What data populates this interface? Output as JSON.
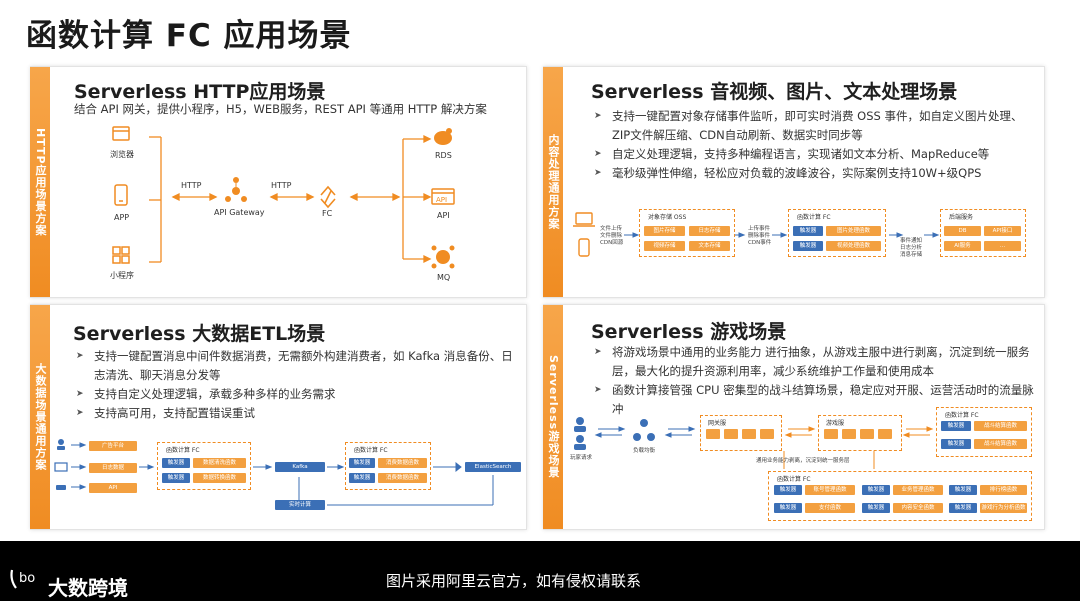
{
  "page": {
    "title": "函数计算 FC 应用场景"
  },
  "panel_http": {
    "tab": "HTTP应用场景方案",
    "title": "Serverless HTTP应用场景",
    "subtitle": "结合 API 网关，提供小程序，H5，WEB服务，REST API 等通用 HTTP 解决方案",
    "clients": [
      "浏览器",
      "APP",
      "小程序"
    ],
    "gateway": "API Gateway",
    "fc": "FC",
    "http1": "HTTP",
    "http2": "HTTP",
    "backends": [
      "RDS",
      "API",
      "MQ"
    ]
  },
  "panel_media": {
    "tab": "内容处理通用方案",
    "title": "Serverless 音视频、图片、文本处理场景",
    "bullets": [
      "支持一键配置对象存储事件监听，即可实时消费 OSS 事件，如自定义图片处理、ZIP文件解压缩、CDN自动刷新、数据实时同步等",
      "自定义处理逻辑，支持多种编程语言，实现诸如文本分析、MapReduce等",
      "毫秒级弹性伸缩，轻松应对负载的波峰波谷，实际案例支持10W+级QPS"
    ],
    "left_text": "文件上传\n文件删除\nCDN回源",
    "oss_head": "对象存储 OSS",
    "oss_chips": [
      "图片存储",
      "日志存储",
      "视频存储",
      "文本存储"
    ],
    "mid_text": "上传事件\n删除事件\nCDN事件",
    "fc_head": "函数计算 FC",
    "fc_chips": [
      "触发器",
      "图片处理函数",
      "触发器",
      "视频处理函数"
    ],
    "right_text": "事件通知\n日志分析\n消息存储",
    "svc_head": "后端服务",
    "svc_chips": [
      "DB",
      "API接口",
      "AI服务",
      "..."
    ]
  },
  "panel_etl": {
    "tab": "大数据场景通用方案",
    "title": "Serverless 大数据ETL场景",
    "bullets": [
      "支持一键配置消息中间件数据消费，无需额外构建消费者，如 Kafka 消息备份、日志清洗、聊天消息分发等",
      "支持自定义处理逻辑，承载多种多样的业务需求",
      "支持高可用，支持配置错误重试"
    ],
    "sources": [
      "广告平台",
      "日志数据",
      "API"
    ],
    "fc_head1": "函数计算 FC",
    "fc_chips1": [
      "触发器",
      "数据清洗函数",
      "触发器",
      "数据转换函数"
    ],
    "kafka": "Kafka",
    "fc_head2": "函数计算 FC",
    "fc_chips2": [
      "触发器",
      "消费数据函数",
      "触发器",
      "消费数据函数"
    ],
    "es": "ElasticSearch",
    "realtime": "实时计算"
  },
  "panel_game": {
    "tab": "Serverless游戏场景",
    "title": "Serverless 游戏场景",
    "bullets": [
      "将游戏场景中通用的业务能力 进行抽象，从游戏主服中进行剥离，沉淀到统一服务层，最大化的提升资源利用率，减少系统维护工作量和使用成本",
      "函数计算接管强 CPU 密集型的战斗结算场景，稳定应对开服、运营活动时的流量脉冲"
    ],
    "players": "玩家请求",
    "lb": "负载均衡",
    "gateway": "网关服",
    "gameserver": "游戏服",
    "fc_head": "函数计算 FC",
    "fc_chips": [
      "触发器",
      "战斗结算函数",
      "触发器",
      "战斗结算函数"
    ],
    "mid_note": "通用业务能力剥离，沉淀到统一服务层",
    "fc2_head": "函数计算 FC",
    "fc2_chips": [
      "触发器",
      "账号管理函数",
      "触发器",
      "业务管理函数",
      "触发器",
      "排行榜函数",
      "触发器",
      "支付函数",
      "触发器",
      "内容安全函数",
      "触发器",
      "游戏行为分析函数"
    ]
  },
  "footer": {
    "brand": "大数跨境",
    "note": "图片采用阿里云官方，如有侵权请联系"
  },
  "colors": {
    "accent": "#f08c22",
    "blue": "#3b6fb6"
  }
}
